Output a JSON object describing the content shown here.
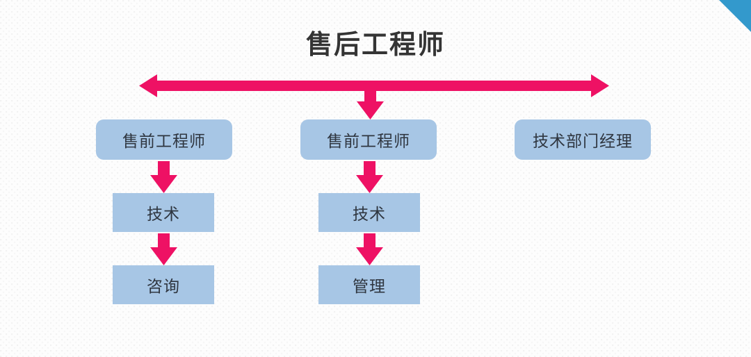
{
  "slide": {
    "title": "售后工程师",
    "accent_color": "#ee1164",
    "node_fill_color": "#a7c6e5",
    "node_text_color": "#2f3640",
    "corner_decoration_color": "#3399cc",
    "background_color": "#fdfdfd"
  },
  "diagram": {
    "type": "org-chart",
    "nodes": [
      {
        "id": "presales-left",
        "label": "售前工程师",
        "row": 1,
        "column": "left",
        "shape": "rounded-rectangle"
      },
      {
        "id": "presales-mid",
        "label": "售前工程师",
        "row": 1,
        "column": "middle",
        "shape": "rounded-rectangle"
      },
      {
        "id": "tech-manager",
        "label": "技术部门经理",
        "row": 1,
        "column": "right",
        "shape": "rounded-rectangle"
      },
      {
        "id": "tech-left",
        "label": "技术",
        "row": 2,
        "column": "left",
        "shape": "rectangle"
      },
      {
        "id": "tech-mid",
        "label": "技术",
        "row": 2,
        "column": "middle",
        "shape": "rectangle"
      },
      {
        "id": "consulting",
        "label": "咨询",
        "row": 3,
        "column": "left",
        "shape": "rectangle"
      },
      {
        "id": "management",
        "label": "管理",
        "row": 3,
        "column": "middle",
        "shape": "rectangle"
      }
    ],
    "connectors": [
      {
        "id": "top-span",
        "kind": "double-headed-horizontal-arrow",
        "from": "presales-left",
        "to": "tech-manager"
      },
      {
        "id": "span-to-mid",
        "kind": "down-arrow",
        "from": "top-span",
        "to": "presales-mid"
      },
      {
        "id": "presales-l-tech",
        "kind": "down-arrow",
        "from": "presales-left",
        "to": "tech-left"
      },
      {
        "id": "tech-consulting",
        "kind": "down-arrow",
        "from": "tech-left",
        "to": "consulting"
      },
      {
        "id": "presales-m-tech",
        "kind": "down-arrow",
        "from": "presales-mid",
        "to": "tech-mid"
      },
      {
        "id": "tech-management",
        "kind": "down-arrow",
        "from": "tech-mid",
        "to": "management"
      }
    ]
  }
}
